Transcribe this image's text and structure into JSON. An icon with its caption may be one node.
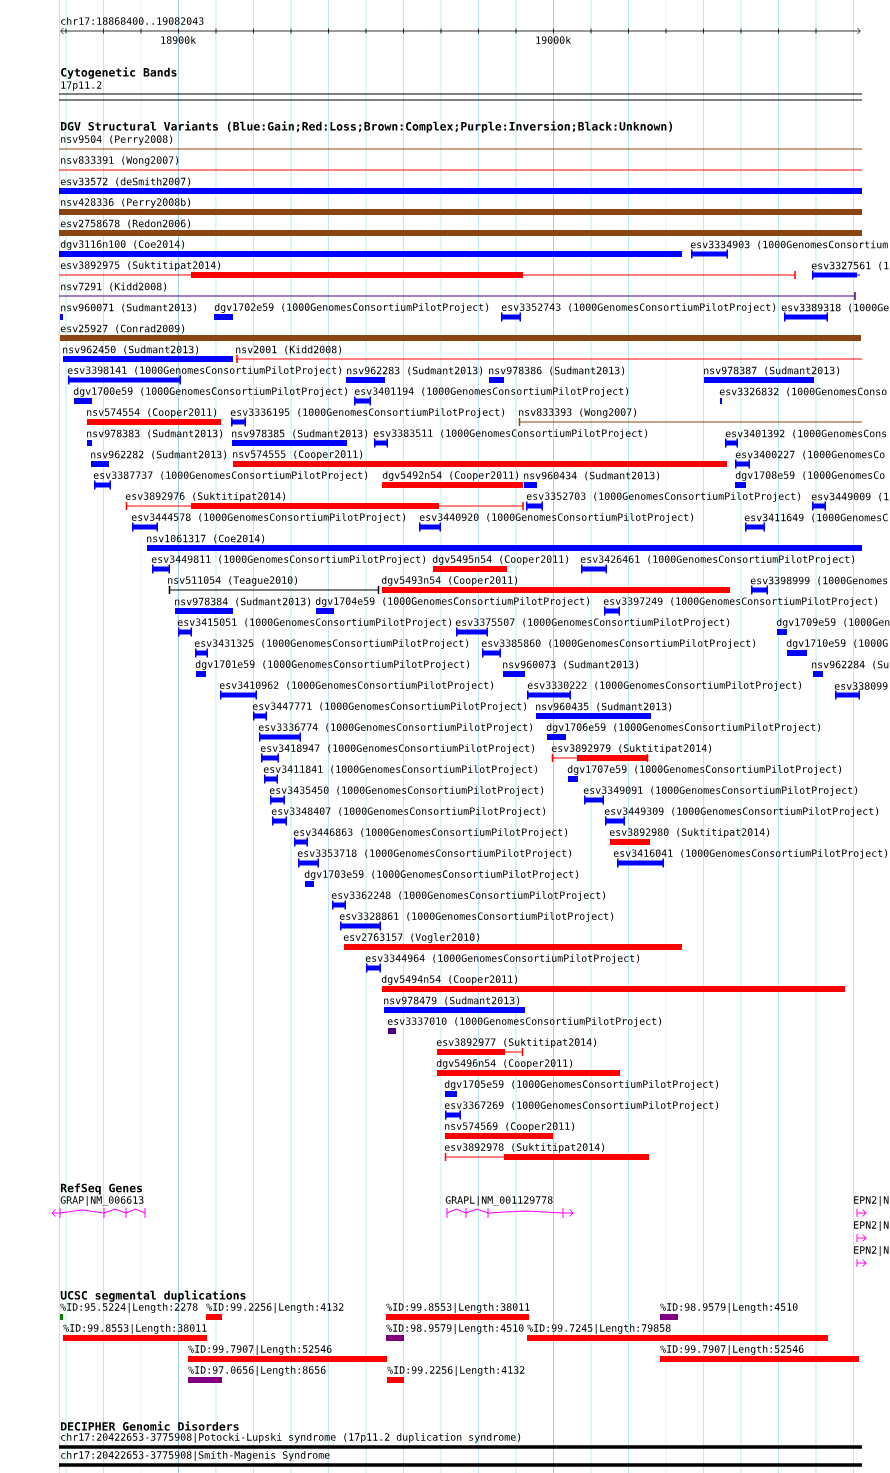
{
  "diagram": {
    "title": "chr17:18868400..19082043",
    "labels": [
      "18900k",
      "19000k",
      "Cytogenetic Bands",
      "17p11.2",
      "DGV Structural Variants (Blue:Gain;Red:Loss;Brown:Complex;Purple:Inversion;Black:Unknown)",
      "nsv9504 (Perry2008)",
      "nsv833391 (Wong2007)",
      "esv33572 (deSmith2007)",
      "nsv428336 (Perry2008b)",
      "esv2758678 (Redon2006)",
      "dgv3116n100 (Coe2014)",
      "esv3334903 (1000GenomesConsortium",
      "esv3892975 (Suktitipat2014)",
      "esv3327561 (1",
      "nsv7291 (Kidd2008)",
      "nsv960071 (Sudmant2013)",
      "dgv1702e59 (1000GenomesConsortiumPilotProject)",
      "esv3352743 (1000GenomesConsortiumPilotProject)",
      "esv3389318 (1000Ge",
      "esv25927 (Conrad2009)",
      "nsv962450 (Sudmant2013)",
      "nsv2001 (Kidd2008)",
      "esv3398141 (1000GenomesConsortiumPilotProject)",
      "nsv962283 (Sudmant2013)",
      "nsv978386 (Sudmant2013)",
      "nsv978387 (Sudmant2013)",
      "dgv1700e59 (1000GenomesConsortiumPilotProject)",
      "esv3401194 (1000GenomesConsortiumPilotProject)",
      "esv3326832 (1000GenomesConso",
      "nsv574554 (Cooper2011)",
      "esv3336195 (1000GenomesConsortiumPilotProject)",
      "nsv833393 (Wong2007)",
      "nsv978383 (Sudmant2013)",
      "nsv978385 (Sudmant2013)",
      "esv3383511 (1000GenomesConsortiumPilotProject)",
      "esv3401392 (1000GenomesCons",
      "nsv962282 (Sudmant2013)",
      "nsv574555 (Cooper2011)",
      "esv3400227 (1000GenomesCo",
      "esv3387737 (1000GenomesConsortiumPilotProject)",
      "dgv5492n54 (Cooper2011)",
      "nsv960434 (Sudmant2013)",
      "dgv1708e59 (1000GenomesCo",
      "esv3892976 (Suktitipat2014)",
      "esv3352703 (1000GenomesConsortiumPilotProject)",
      "esv3449009 (1",
      "esv3444578 (1000GenomesConsortiumPilotProject)",
      "esv3440920 (1000GenomesConsortiumPilotProject)",
      "esv3411649 (1000GenomesC",
      "nsv1061317 (Coe2014)",
      "esv3449811 (1000GenomesConsortiumPilotProject)",
      "dgv5495n54 (Cooper2011)",
      "esv3426461 (1000GenomesConsortiumPilotProject)",
      "nsv511054 (Teague2010)",
      "dgv5493n54 (Cooper2011)",
      "esv3398999 (1000Genomes",
      "nsv978384 (Sudmant2013)",
      "dgv1704e59 (1000GenomesConsortiumPilotProject)",
      "esv3397249 (1000GenomesConsortiumPilotProject)",
      "esv3415051 (1000GenomesConsortiumPilotProject)",
      "esv3375507 (1000GenomesConsortiumPilotProject)",
      "dgv1709e59 (1000Gen",
      "esv3431325 (1000GenomesConsortiumPilotProject)",
      "esv3385860 (1000GenomesConsortiumPilotProject)",
      "dgv1710e59 (1000G",
      "dgv1701e59 (1000GenomesConsortiumPilotProject)",
      "nsv960073 (Sudmant2013)",
      "nsv962284 (Su",
      "esv3410962 (1000GenomesConsortiumPilotProject)",
      "esv3330222 (1000GenomesConsortiumPilotProject)",
      "esv338099",
      "esv3447771 (1000GenomesConsortiumPilotProject)",
      "nsv960435 (Sudmant2013)",
      "esv3336774 (1000GenomesConsortiumPilotProject)",
      "dgv1706e59 (1000GenomesConsortiumPilotProject)",
      "esv3418947 (1000GenomesConsortiumPilotProject)",
      "esv3892979 (Suktitipat2014)",
      "esv3411841 (1000GenomesConsortiumPilotProject)",
      "dgv1707e59 (1000GenomesConsortiumPilotProject)",
      "esv3435450 (1000GenomesConsortiumPilotProject)",
      "esv3349091 (1000GenomesConsortiumPilotProject)",
      "esv3348407 (1000GenomesConsortiumPilotProject)",
      "esv3449309 (1000GenomesConsortiumPilotProject)",
      "esv3446863 (1000GenomesConsortiumPilotProject)",
      "esv3892980 (Suktitipat2014)",
      "esv3353718 (1000GenomesConsortiumPilotProject)",
      "esv3416041 (1000GenomesConsortiumPilotProject)",
      "dgv1703e59 (1000GenomesConsortiumPilotProject)",
      "esv3362248 (1000GenomesConsortiumPilotProject)",
      "esv3328861 (1000GenomesConsortiumPilotProject)",
      "esv2763157 (Vogler2010)",
      "esv3344964 (1000GenomesConsortiumPilotProject)",
      "dgv5494n54 (Cooper2011)",
      "nsv978479 (Sudmant2013)",
      "esv3337010 (1000GenomesConsortiumPilotProject)",
      "esv3892977 (Suktitipat2014)",
      "dgv5496n54 (Cooper2011)",
      "dgv1705e59 (1000GenomesConsortiumPilotProject)",
      "esv3367269 (1000GenomesConsortiumPilotProject)",
      "nsv574569 (Cooper2011)",
      "esv3892978 (Suktitipat2014)",
      "RefSeq Genes",
      "GRAP|NM_006613",
      "GRAPL|NM_001129778",
      "EPN2|N",
      "EPN2|N",
      "EPN2|N",
      "UCSC segmental duplications",
      "%ID:95.5224|Length:2278",
      "%ID:99.2256|Length:4132",
      "%ID:99.8553|Length:38011",
      "%ID:98.9579|Length:4510",
      "%ID:99.8553|Length:38011",
      "%ID:98.9579|Length:4510",
      "%ID:99.7245|Length:79858",
      "%ID:99.7907|Length:52546",
      "%ID:99.7907|Length:52546",
      "%ID:97.0656|Length:8656",
      "%ID:99.2256|Length:4132",
      "DECIPHER Genomic Disorders",
      "chr17:20422653-3775908|Potocki-Lupski syndrome (17p11.2 duplication syndrome)",
      "chr17:20422653-3775908|Smith-Magenis Syndrome"
    ]
  }
}
